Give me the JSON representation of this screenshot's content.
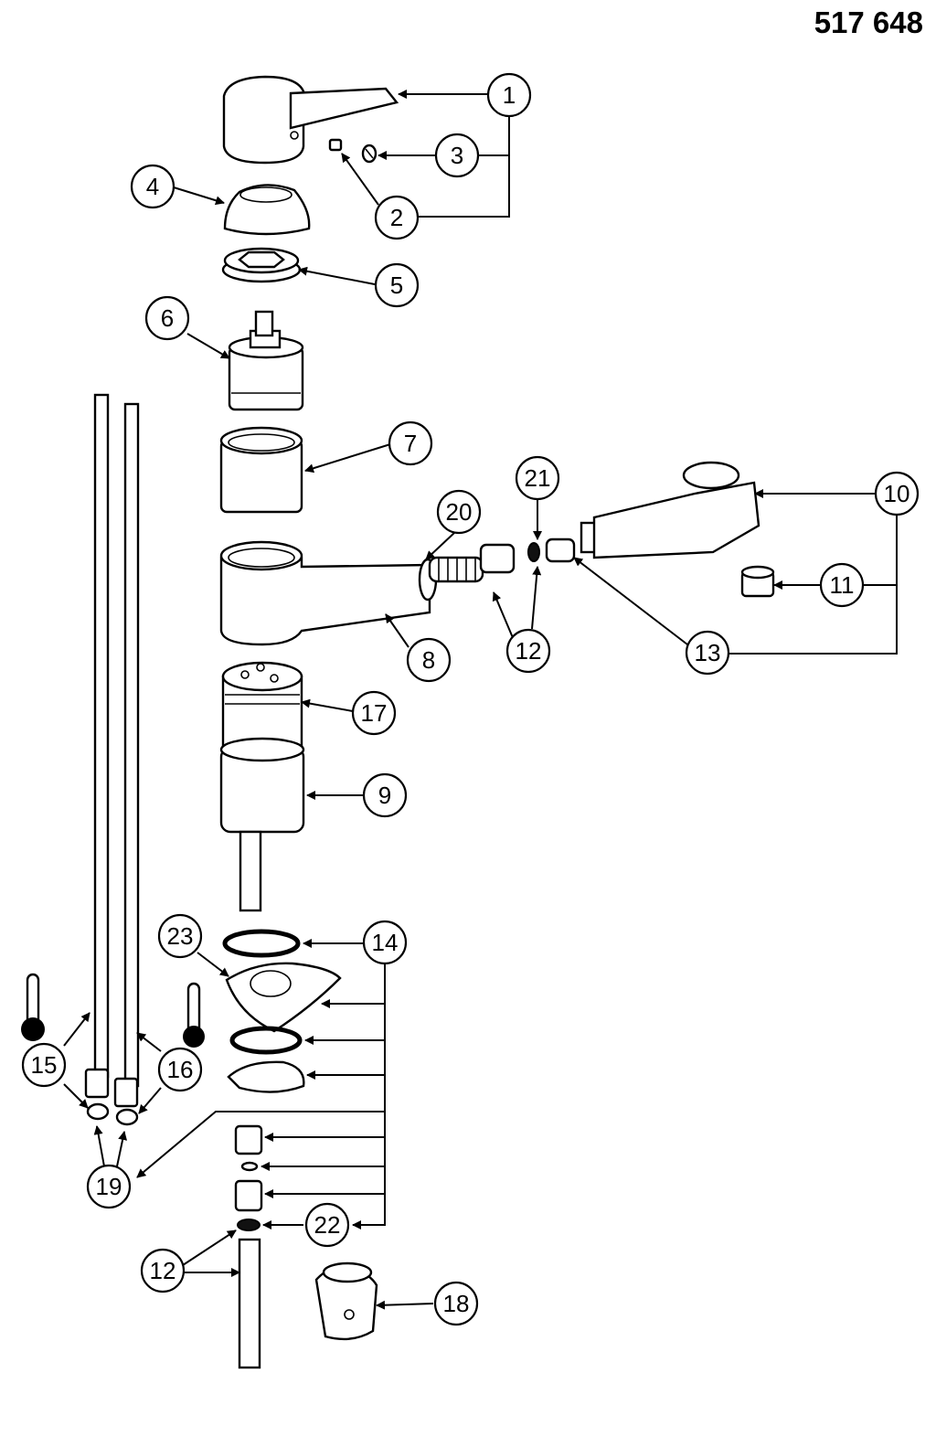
{
  "header": {
    "part_number": "517 648"
  },
  "callouts": [
    {
      "id": "c1",
      "label": "1"
    },
    {
      "id": "c2",
      "label": "2"
    },
    {
      "id": "c3",
      "label": "3"
    },
    {
      "id": "c4",
      "label": "4"
    },
    {
      "id": "c5",
      "label": "5"
    },
    {
      "id": "c6",
      "label": "6"
    },
    {
      "id": "c7",
      "label": "7"
    },
    {
      "id": "c8",
      "label": "8"
    },
    {
      "id": "c9",
      "label": "9"
    },
    {
      "id": "c10",
      "label": "10"
    },
    {
      "id": "c11",
      "label": "11"
    },
    {
      "id": "c12a",
      "label": "12"
    },
    {
      "id": "c13",
      "label": "13"
    },
    {
      "id": "c14",
      "label": "14"
    },
    {
      "id": "c15",
      "label": "15"
    },
    {
      "id": "c16",
      "label": "16"
    },
    {
      "id": "c17",
      "label": "17"
    },
    {
      "id": "c18",
      "label": "18"
    },
    {
      "id": "c19",
      "label": "19"
    },
    {
      "id": "c20",
      "label": "20"
    },
    {
      "id": "c21",
      "label": "21"
    },
    {
      "id": "c22",
      "label": "22"
    },
    {
      "id": "c23",
      "label": "23"
    },
    {
      "id": "c12b",
      "label": "12"
    }
  ],
  "icons": [
    "hot-water-thermometer-icon",
    "cold-water-thermometer-icon"
  ]
}
